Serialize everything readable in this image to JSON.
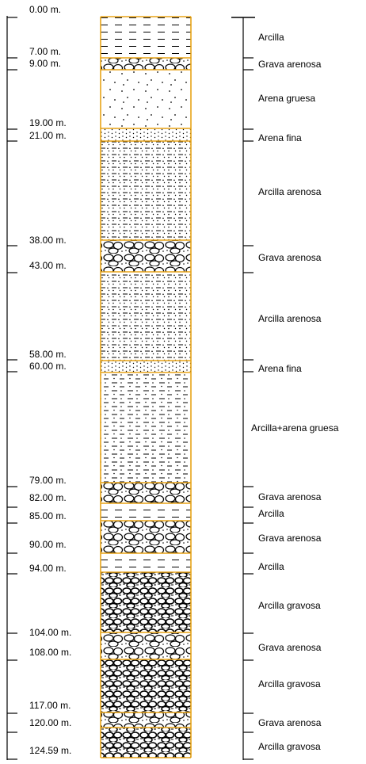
{
  "depth_labels": [
    "0.00 m.",
    "7.00 m.",
    "9.00 m.",
    "19.00 m.",
    "21.00 m.",
    "38.00 m.",
    "43.00 m.",
    "58.00 m.",
    "60.00 m.",
    "79.00 m.",
    "82.00 m.",
    "85.00 m.",
    "90.00 m.",
    "94.00 m.",
    "104.00 m.",
    "108.00 m.",
    "117.00 m.",
    "120.00 m.",
    "124.59 m."
  ],
  "layers": [
    {
      "name": "Arcilla",
      "pattern": "clay"
    },
    {
      "name": "Grava arenosa",
      "pattern": "gravel"
    },
    {
      "name": "Arena gruesa",
      "pattern": "coarse-sand"
    },
    {
      "name": "Arena fina",
      "pattern": "fine-sand"
    },
    {
      "name": "Arcilla arenosa",
      "pattern": "sandy-clay"
    },
    {
      "name": "Grava arenosa",
      "pattern": "gravel"
    },
    {
      "name": "Arcilla arenosa",
      "pattern": "sandy-clay"
    },
    {
      "name": "Arena fina",
      "pattern": "fine-sand"
    },
    {
      "name": "Arcilla+arena gruesa",
      "pattern": "clay-coarse-sand"
    },
    {
      "name": "Grava arenosa",
      "pattern": "gravel"
    },
    {
      "name": "Arcilla",
      "pattern": "clay"
    },
    {
      "name": "Grava arenosa",
      "pattern": "gravel"
    },
    {
      "name": "Arcilla",
      "pattern": "clay"
    },
    {
      "name": "Arcilla gravosa",
      "pattern": "gravelly-clay"
    },
    {
      "name": "Grava arenosa",
      "pattern": "gravel"
    },
    {
      "name": "Arcilla gravosa",
      "pattern": "gravelly-clay"
    },
    {
      "name": "Grava arenosa",
      "pattern": "gravel"
    },
    {
      "name": "Arcilla gravosa",
      "pattern": "gravelly-clay"
    }
  ],
  "colors": {
    "boundary": "#e8a317",
    "line": "#000000",
    "background": "#ffffff"
  }
}
